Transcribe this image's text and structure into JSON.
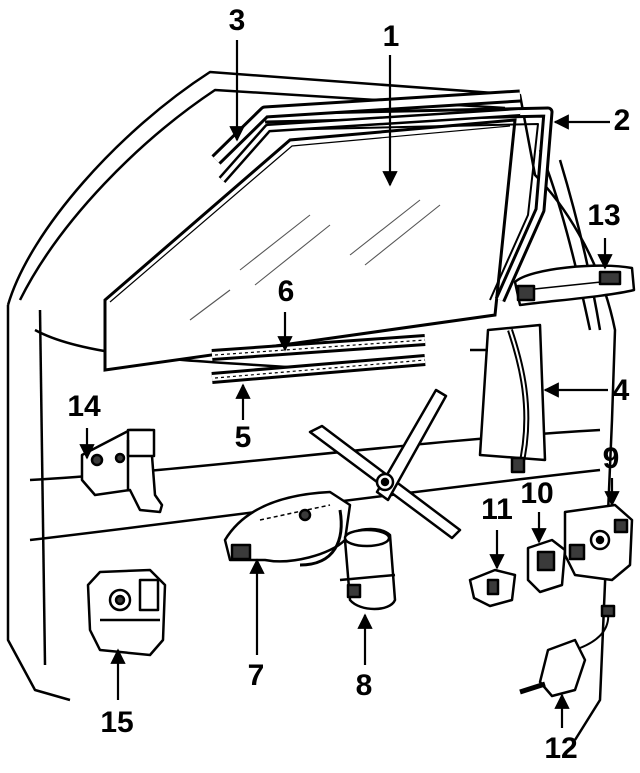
{
  "callouts": {
    "c1": "1",
    "c2": "2",
    "c3": "3",
    "c4": "4",
    "c5": "5",
    "c6": "6",
    "c7": "7",
    "c8": "8",
    "c9": "9",
    "c10": "10",
    "c11": "11",
    "c12": "12",
    "c13": "13",
    "c14": "14",
    "c15": "15"
  },
  "colors": {
    "ink": "#000000",
    "paper": "#ffffff",
    "shade": "#3a3a3a"
  }
}
